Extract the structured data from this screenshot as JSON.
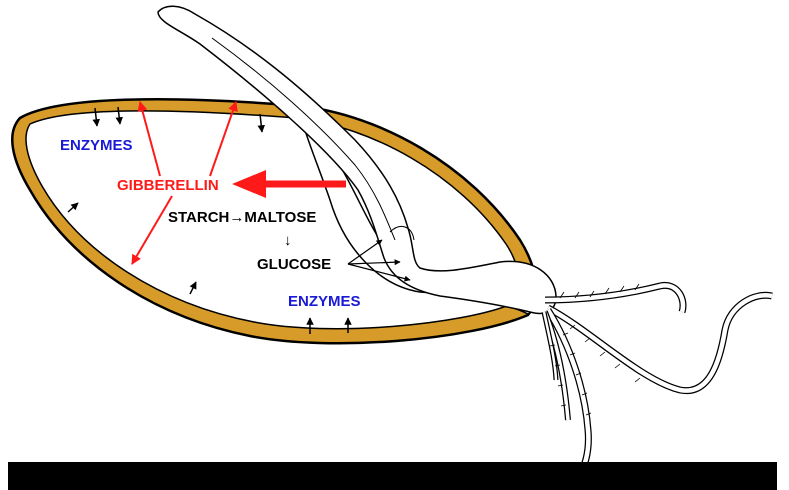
{
  "labels": {
    "enzymes_top": "ENZYMES",
    "gibberellin": "GIBBERELLIN",
    "starch_maltose": "STARCH→MALTOSE",
    "down_arrow": "↓",
    "glucose": "GLUCOSE",
    "enzymes_bottom": "ENZYMES"
  },
  "colors": {
    "aleurone": "#d79b2a",
    "outline": "#000000",
    "gibberellin": "#ff1a1a",
    "enzymes": "#1a1ad6",
    "text": "#000000",
    "bar": "#000000"
  },
  "icons": {
    "starch_to_maltose_arrow": "right-arrow",
    "maltose_to_glucose_arrow": "down-arrow"
  }
}
